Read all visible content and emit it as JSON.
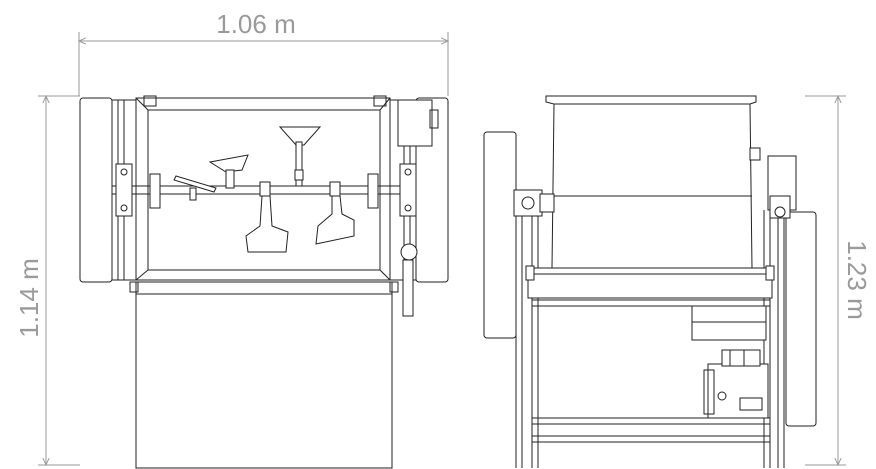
{
  "dimensions": {
    "width_label": "1.06 m",
    "depth_label": "1.14 m",
    "height_label": "1.23 m"
  },
  "views": [
    "top-view",
    "side-view"
  ],
  "colors": {
    "line": "#222222",
    "dimension": "#9a9a9a",
    "background": "#ffffff"
  }
}
